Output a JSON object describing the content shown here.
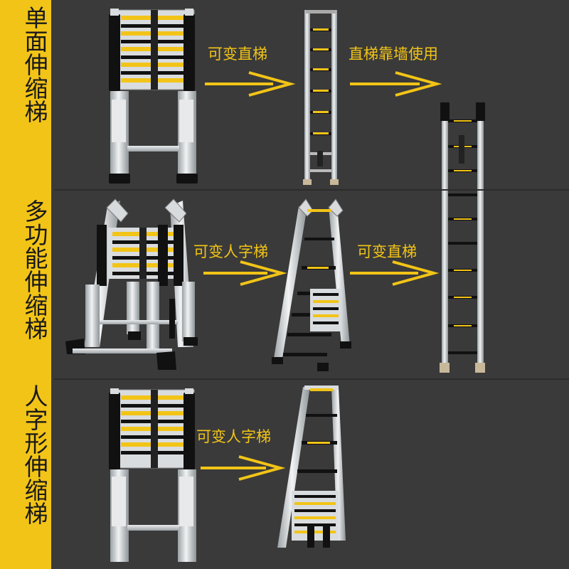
{
  "side_labels": {
    "single": "单面伸缩梯",
    "multi": "多功能伸缩梯",
    "aframe": "人字形伸缩梯"
  },
  "row1": {
    "arrow1": "可变直梯",
    "arrow2": "直梯靠墙使用"
  },
  "row2": {
    "arrow1": "可变人字梯",
    "arrow2": "可变直梯"
  },
  "row3": {
    "arrow1": "可变人字梯"
  },
  "colors": {
    "accent": "#f2c417",
    "background": "#3a3a3a",
    "aluminum": "#cfd3d6",
    "black": "#111111"
  },
  "icons": {
    "arrow": "right-arrow-icon",
    "ladder": "ladder-icon"
  }
}
